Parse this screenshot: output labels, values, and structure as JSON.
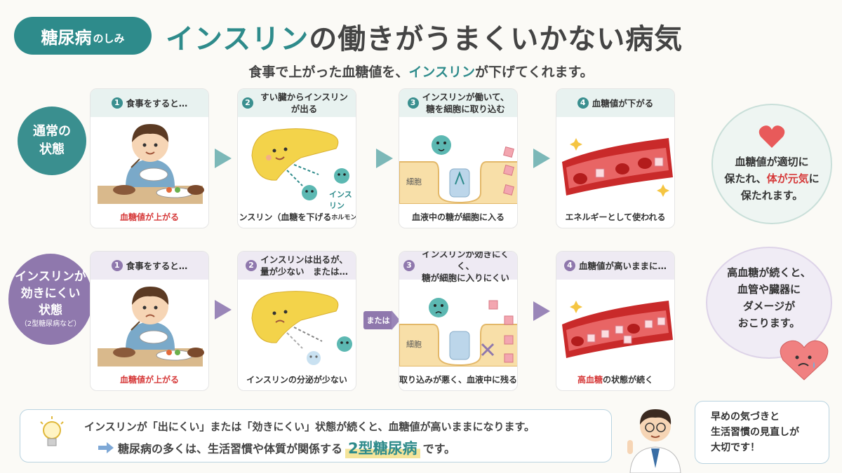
{
  "header": {
    "badge_main": "糖尿病",
    "badge_sub": "のしみ",
    "title_highlight": "インスリン",
    "title_rest": "の働きがうまくいかない病気",
    "subtitle_pre": "食事で上がった血糖値を、",
    "subtitle_highlight": "インスリン",
    "subtitle_post": "が下げてくれます。"
  },
  "row_normal": {
    "label_line1": "通常の",
    "label_line2": "状態",
    "panels": [
      {
        "num": "1",
        "head_line1": "食事をすると…",
        "head_line2": "",
        "foot": "血糖値が上がる"
      },
      {
        "num": "2",
        "head_line1": "すい臓からインスリンが出る",
        "head_line2": "",
        "foot_main": "インスリン（血糖を下げる",
        "foot_small": "ホルモン）",
        "body_label": "インスリン"
      },
      {
        "num": "3",
        "head_line1": "インスリンが働いて、",
        "head_line2": "糖を細胞に取り込む",
        "foot": "血液中の糖が細胞に入る",
        "body_label": "細胞"
      },
      {
        "num": "4",
        "head_line1": "血糖値が下がる",
        "head_line2": "",
        "foot": "エネルギーとして使われる"
      }
    ],
    "bubble_line1": "血糖値が適切に",
    "bubble_line2_pre": "保たれ、",
    "bubble_line2_red": "体が元気",
    "bubble_line2_post": "に",
    "bubble_line3": "保たれます。"
  },
  "row_resistant": {
    "label_line1": "インスリンが",
    "label_line2": "効きにくい",
    "label_line3": "状態",
    "label_small": "（2型糖尿病など）",
    "panels": [
      {
        "num": "1",
        "head_line1": "食事をすると…",
        "head_line2": "",
        "foot": "血糖値が上がる"
      },
      {
        "num": "2",
        "head_line1": "インスリンは出るが、",
        "head_line2": "量が少ない　または…",
        "foot": "インスリンの分泌が少ない"
      },
      {
        "num": "3",
        "head_line1": "インスリンが効きにくく、",
        "head_line2": "糖が細胞に入りにくい",
        "foot": "取り込みが悪く、血液中に残る",
        "body_label": "細胞"
      },
      {
        "num": "4",
        "head_line1": "血糖値が高いままに…",
        "head_line2": "",
        "foot_red": "高血糖",
        "foot_rest": "の状態が続く"
      }
    ],
    "or_label": "または",
    "bubble_line1": "高血糖が続くと、",
    "bubble_line2": "血管や臓器に",
    "bubble_line3": "ダメージが",
    "bubble_line4": "おこります。"
  },
  "bottom": {
    "line1": "インスリンが「出にくい」または「効きにくい」状態が続くと、血糖値が高いままになります。",
    "line2_pre": "糖尿病の多くは、生活習慣や体質が関係する",
    "line2_highlight": "2型糖尿病",
    "line2_post": "です。",
    "advice_line1": "早めの気づきと",
    "advice_line2": "生活習慣の見直しが",
    "advice_line3": "大切です！"
  },
  "colors": {
    "teal": "#2e8b8b",
    "purple": "#8f78ad",
    "red": "#d63a3a",
    "pancreas": "#f3d34a",
    "blood": "#c92a2a"
  }
}
